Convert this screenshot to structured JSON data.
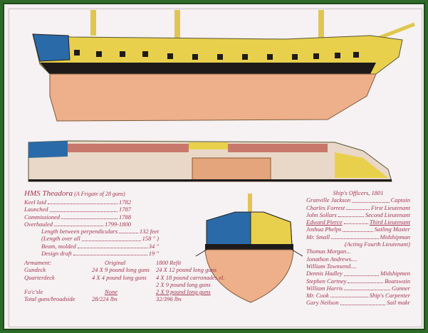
{
  "title": {
    "name": "HMS Theadora",
    "subtitle": "(A Frigate of 28 guns)"
  },
  "history": [
    {
      "label": "Keel laid",
      "value": "1782"
    },
    {
      "label": "Launched",
      "value": "1787"
    },
    {
      "label": "Commissioned",
      "value": "1788"
    },
    {
      "label": "Overhauled",
      "value": "1799-1800"
    }
  ],
  "dimensions": [
    {
      "label": "Length between perpendiculars",
      "value": "132 feet"
    },
    {
      "label": "(Length over all",
      "value": "158 \" )"
    },
    {
      "label": "Beam, molded",
      "value": "34 \""
    },
    {
      "label": "Design draft",
      "value": "19 \""
    }
  ],
  "armament": {
    "header": [
      "Armament:",
      "Original",
      "1800 Refit"
    ],
    "rows": [
      [
        "Gundeck",
        "24 X 9 pound long guns",
        "24 X 12 pound long guns"
      ],
      [
        "Quarterdeck",
        "4 X 4 pound long guns",
        "4 X 18 pound carronades el."
      ],
      [
        "",
        "",
        "2 X 9 pound long guns"
      ],
      [
        "Fo'c'sle",
        "None",
        "2 X 9 pound long guns"
      ],
      [
        "Total guns/broadside",
        "28/224 lbs",
        "32/396 lbs"
      ]
    ]
  },
  "officers": {
    "title": "Ship's Officers, 1801",
    "list": [
      {
        "name": "Granville Jackson",
        "rank": "Captain"
      },
      {
        "name": "Charles Forrest",
        "rank": "First Lieutenant"
      },
      {
        "name": "John Sollars",
        "rank": "Second Lieutenant"
      },
      {
        "name": "Edward Pierce",
        "rank": "Third Lieutenant"
      },
      {
        "name": "Joshua Phelps",
        "rank": "Sailing Master"
      },
      {
        "name": "Mr. Small",
        "rank": "Midshipman"
      }
    ],
    "note": "(Acting Fourth Lieutenant)",
    "list2": [
      {
        "name": "Thomas Morgan...",
        "rank": ""
      },
      {
        "name": "Jonathon Andrews....",
        "rank": ""
      },
      {
        "name": "William Townsend....",
        "rank": ""
      },
      {
        "name": "Dennis Hadley",
        "rank": "Midshipmen"
      },
      {
        "name": "Stephen Cartney",
        "rank": "Boatswain"
      },
      {
        "name": "William Harris",
        "rank": "Gunner"
      },
      {
        "name": "Mr. Cook",
        "rank": "Ship's Carpenter"
      },
      {
        "name": "Gary Neilson",
        "rank": "Sail makr"
      }
    ]
  },
  "colors": {
    "frame": "#2d6a2a",
    "hull_upper": "#e9d04c",
    "hull_lower": "#eeb08a",
    "stripe": "#1e1a1a",
    "stern": "#2b6aa8",
    "text": "#a23452"
  }
}
